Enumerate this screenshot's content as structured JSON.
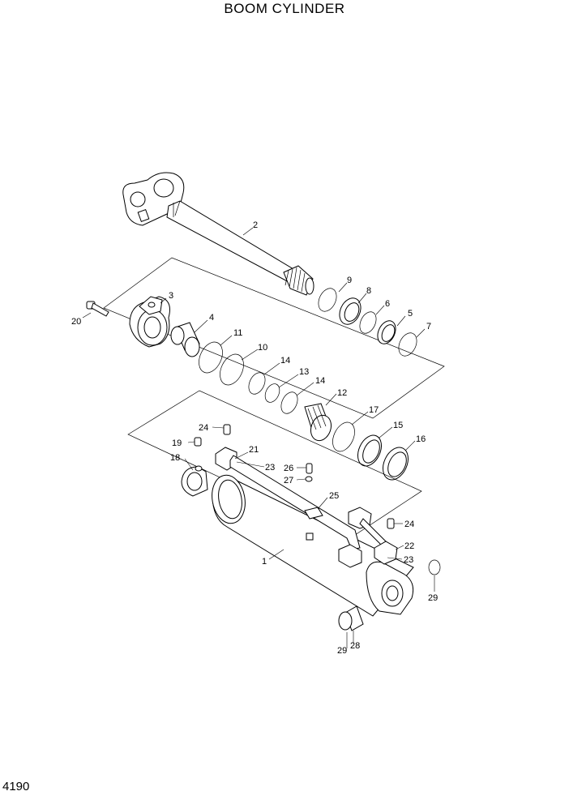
{
  "title": "BOOM CYLINDER",
  "page_number": "4190",
  "callouts": [
    {
      "id": "c2",
      "label": "2"
    },
    {
      "id": "c9",
      "label": "9"
    },
    {
      "id": "c8",
      "label": "8"
    },
    {
      "id": "c6",
      "label": "6"
    },
    {
      "id": "c5",
      "label": "5"
    },
    {
      "id": "c7",
      "label": "7"
    },
    {
      "id": "c3",
      "label": "3"
    },
    {
      "id": "c20",
      "label": "20"
    },
    {
      "id": "c4",
      "label": "4"
    },
    {
      "id": "c11",
      "label": "11"
    },
    {
      "id": "c10",
      "label": "10"
    },
    {
      "id": "c14a",
      "label": "14"
    },
    {
      "id": "c13",
      "label": "13"
    },
    {
      "id": "c14b",
      "label": "14"
    },
    {
      "id": "c12",
      "label": "12"
    },
    {
      "id": "c17",
      "label": "17"
    },
    {
      "id": "c15",
      "label": "15"
    },
    {
      "id": "c16",
      "label": "16"
    },
    {
      "id": "c24a",
      "label": "24"
    },
    {
      "id": "c19",
      "label": "19"
    },
    {
      "id": "c21",
      "label": "21"
    },
    {
      "id": "c18",
      "label": "18"
    },
    {
      "id": "c23a",
      "label": "23"
    },
    {
      "id": "c26",
      "label": "26"
    },
    {
      "id": "c27",
      "label": "27"
    },
    {
      "id": "c25",
      "label": "25"
    },
    {
      "id": "c24b",
      "label": "24"
    },
    {
      "id": "c22",
      "label": "22"
    },
    {
      "id": "c1",
      "label": "1"
    },
    {
      "id": "c23b",
      "label": "23"
    },
    {
      "id": "c29a",
      "label": "29"
    },
    {
      "id": "c29b",
      "label": "29"
    },
    {
      "id": "c28",
      "label": "28"
    }
  ]
}
